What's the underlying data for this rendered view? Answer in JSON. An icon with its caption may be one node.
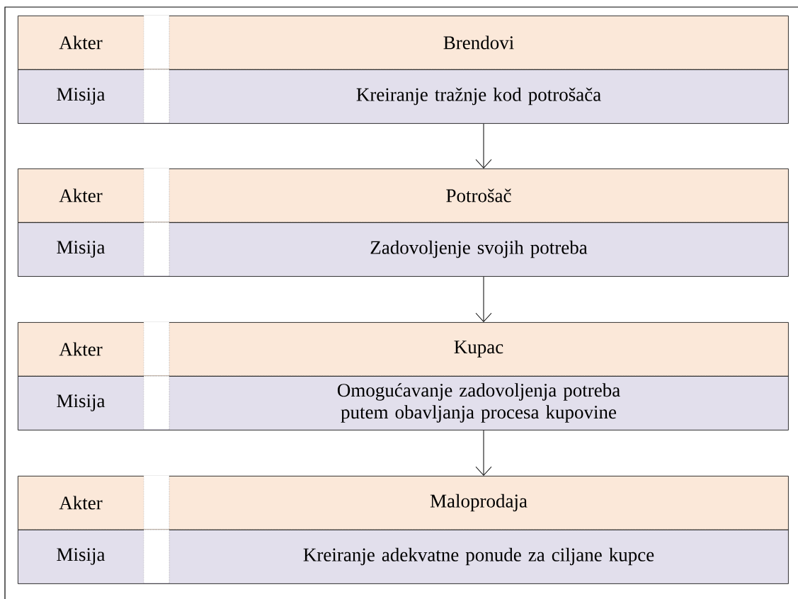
{
  "diagram": {
    "nodes": [
      {
        "text": [
          "Akter",
          "Brendovi"
        ]
      },
      {
        "text": [
          "Misija",
          "Kreiranje tražnje kod potrošača"
        ]
      },
      {
        "text": [
          "Akter",
          "Potrošač"
        ]
      },
      {
        "text": [
          "Misija",
          "Zadovoljenje svojih potreba"
        ]
      },
      {
        "text": [
          "Akter",
          "Kupac"
        ]
      },
      {
        "text": [
          "Misija",
          "Omogućavanje zadovoljenja potreba putem obavljanja procesa kupovine"
        ]
      },
      {
        "text": [
          "Akter",
          "Maloprodaja"
        ]
      },
      {
        "text": [
          "Misija",
          "Kreiranje adekvatne ponude za ciljane kupce"
        ]
      }
    ],
    "edges": [
      {
        "from": 1,
        "to": 2,
        "arrow": "to"
      },
      {
        "from": 3,
        "to": 4,
        "arrow": "to"
      },
      {
        "from": 5,
        "to": 6,
        "arrow": "to"
      }
    ]
  }
}
